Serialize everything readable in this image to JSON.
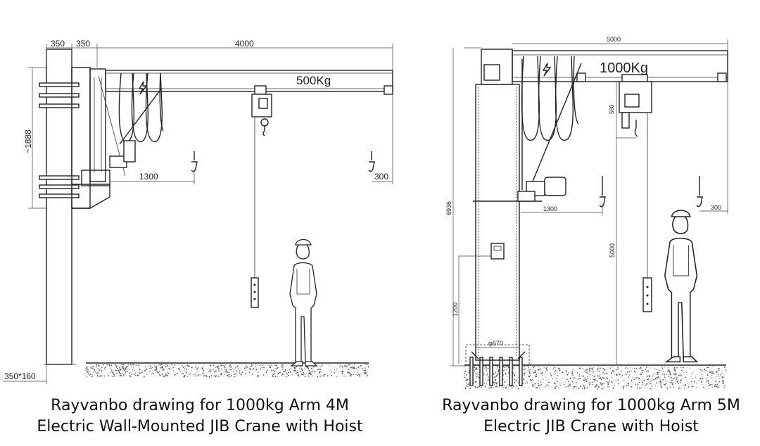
{
  "left_drawing": {
    "dim_top_a": "350",
    "dim_top_b": "350",
    "dim_top_span": "4000",
    "capacity": "500Kg",
    "dim_height": "~1888",
    "dim_reach": "1300",
    "dim_end": "300",
    "dim_column": "350*160",
    "caption_line1": "Rayvanbo drawing for 1000kg Arm 4M",
    "caption_line2": "Electric Wall-Mounted JIB Crane with Hoist"
  },
  "right_drawing": {
    "dim_top_span": "5000",
    "capacity": "1000Kg",
    "dim_hoist": "580",
    "dim_total_height": "6936",
    "dim_reach": "1300",
    "dim_end": "300",
    "dim_lift": "5000",
    "dim_control": "1200",
    "dim_base": "φ670",
    "caption_line1": "Rayvanbo drawing for 1000kg Arm 5M",
    "caption_line2": "Electric JIB Crane with Hoist"
  }
}
